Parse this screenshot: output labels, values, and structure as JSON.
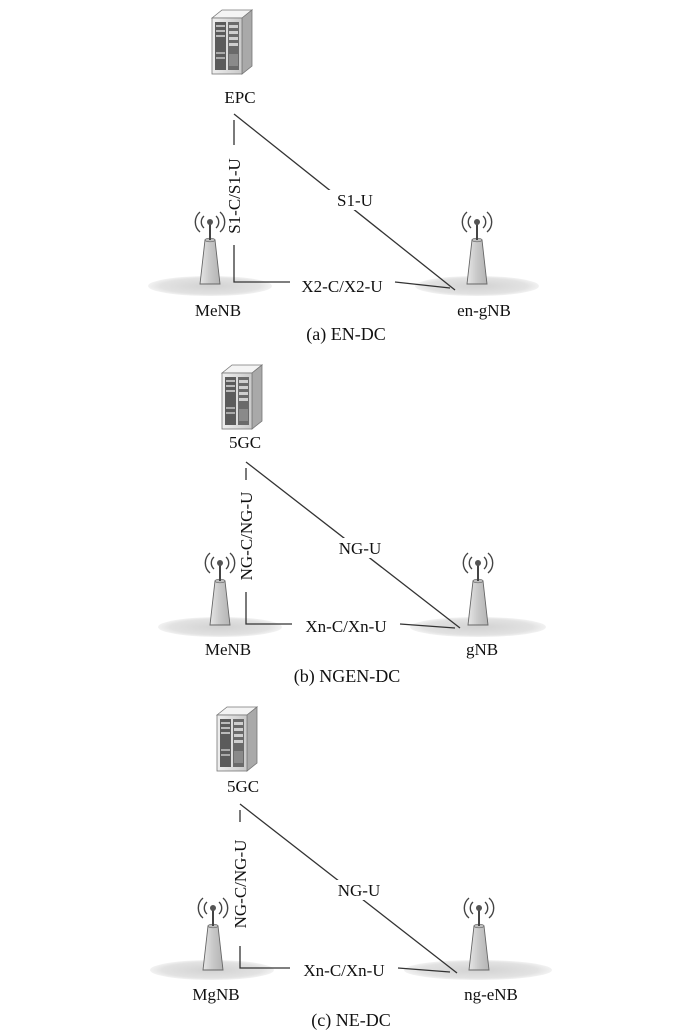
{
  "panels": [
    {
      "core": "EPC",
      "vertical_link": "S1-C/S1-U",
      "diagonal_link": "S1-U",
      "horizontal_link": "X2-C/X2-U",
      "master_node": "MeNB",
      "secondary_node": "en-gNB",
      "caption": "(a) EN-DC"
    },
    {
      "core": "5GC",
      "vertical_link": "NG-C/NG-U",
      "diagonal_link": "NG-U",
      "horizontal_link": "Xn-C/Xn-U",
      "master_node": "MeNB",
      "secondary_node": "gNB",
      "caption": "(b) NGEN-DC"
    },
    {
      "core": "5GC",
      "vertical_link": "NG-C/NG-U",
      "diagonal_link": "NG-U",
      "horizontal_link": "Xn-C/Xn-U",
      "master_node": "MgNB",
      "secondary_node": "ng-eNB",
      "caption": "(c) NE-DC"
    }
  ],
  "icons": {
    "core": "server-icon",
    "node": "antenna-tower-icon"
  },
  "colors": {
    "line": "#333333",
    "ground": "#dcdcdc",
    "server_body": "#d8d8d8",
    "antenna_body": "#cfcfcf"
  }
}
